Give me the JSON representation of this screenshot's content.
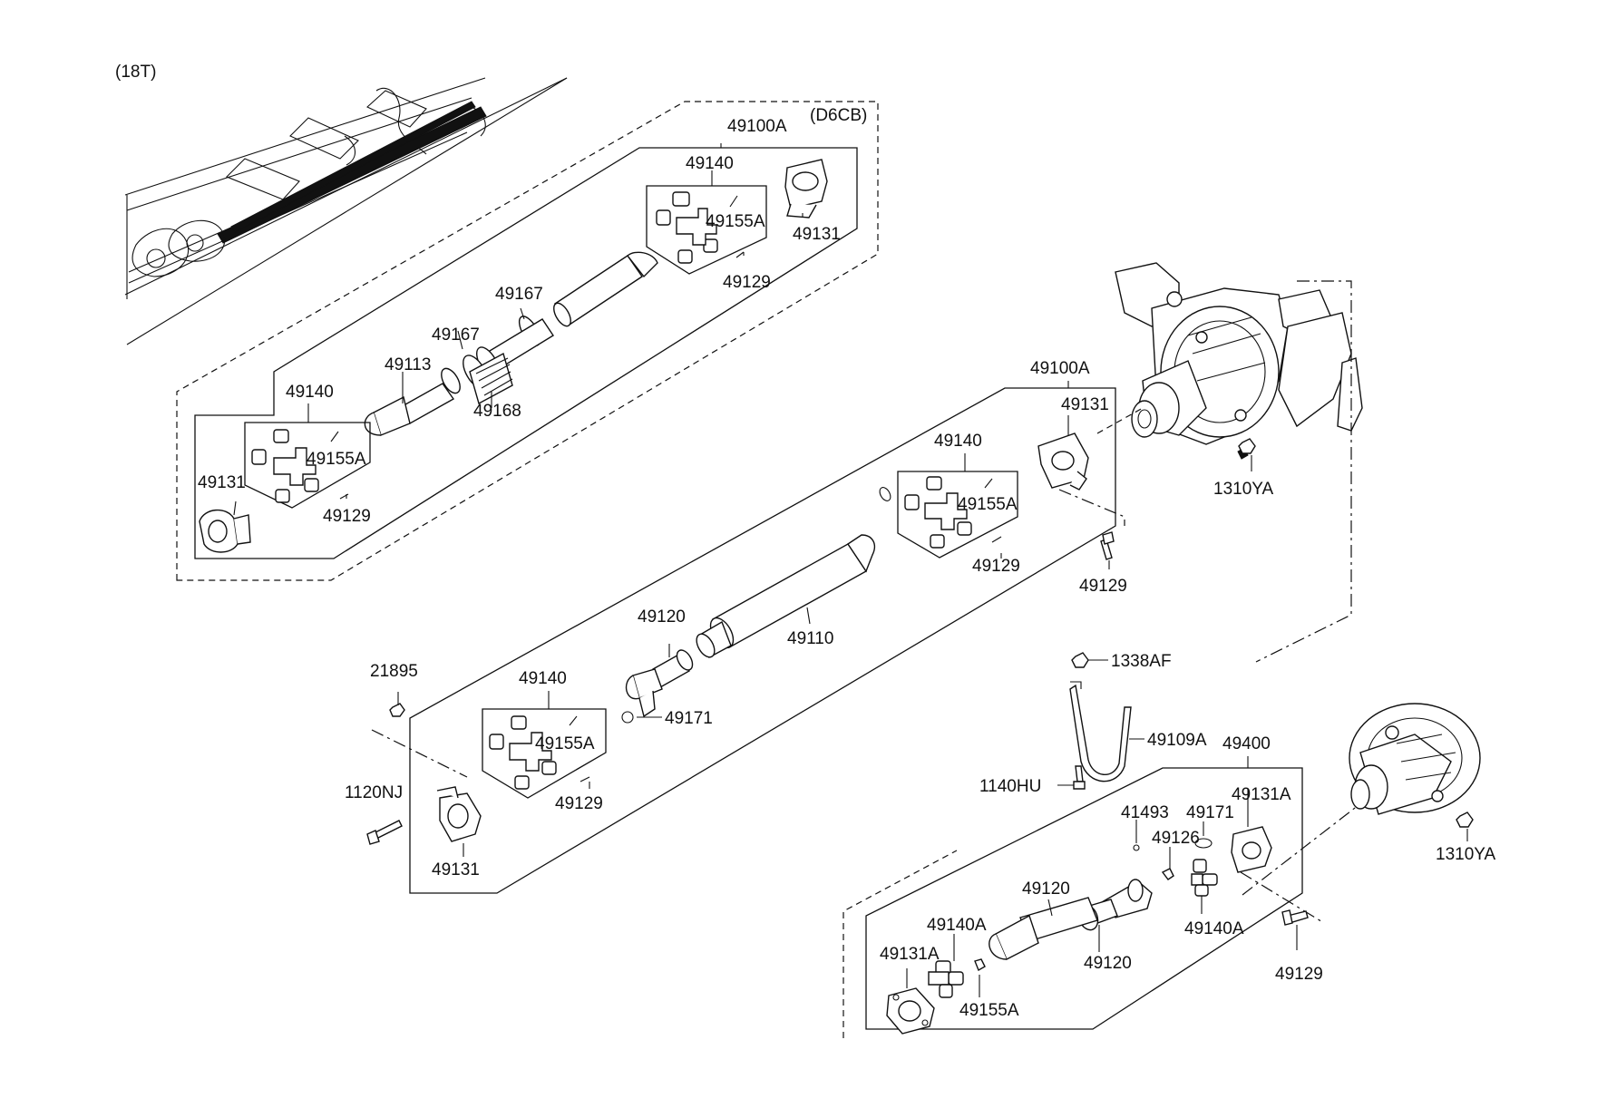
{
  "diagram": {
    "variant_label": "(18T)",
    "engine_label": "(D6CB)",
    "upper_shaft_group": {
      "assembly": "49100A",
      "yoke_top": "49131",
      "yoke_bottom": "49131",
      "joint_kit_top": "49140",
      "joint_kit_bottom": "49140",
      "bearing_cap_top": "49155A",
      "bearing_cap_bottom": "49155A",
      "grease_nipple_top": "49129",
      "grease_nipple_bottom": "49129",
      "snap_ring_a": "49167",
      "snap_ring_b": "49167",
      "slip_yoke": "49113",
      "boot": "49168"
    },
    "middle_shaft_group": {
      "assembly": "49100A",
      "flange_yoke_right": "49131",
      "flange_yoke_left": "49131",
      "joint_kit_right": "49140",
      "joint_kit_left": "49140",
      "bearing_cap_right": "49155A",
      "bearing_cap_left": "49155A",
      "grease_nipple_right": "49129",
      "grease_nipple_left": "49129",
      "bolt_right": "49129",
      "tube": "49110",
      "slip_yoke": "49120",
      "o_ring": "49171",
      "nut": "21895",
      "bolt_left": "1120NJ",
      "axle_nut": "1310YA"
    },
    "bracket_group": {
      "nut": "1338AF",
      "bracket": "49109A",
      "bolt": "1140HU"
    },
    "lower_shaft_group": {
      "assembly": "49400",
      "flange_yoke_right": "49131A",
      "o_ring": "49171",
      "cross_joint_right": "49140A",
      "grease_nipple": "49126",
      "plug": "41493",
      "tube": "49120",
      "slip_yoke": "49120",
      "cross_joint_left": "49140A",
      "flange_yoke_left": "49131A",
      "bearing_cap": "49155A",
      "bolt": "49129",
      "axle_nut": "1310YA"
    }
  }
}
